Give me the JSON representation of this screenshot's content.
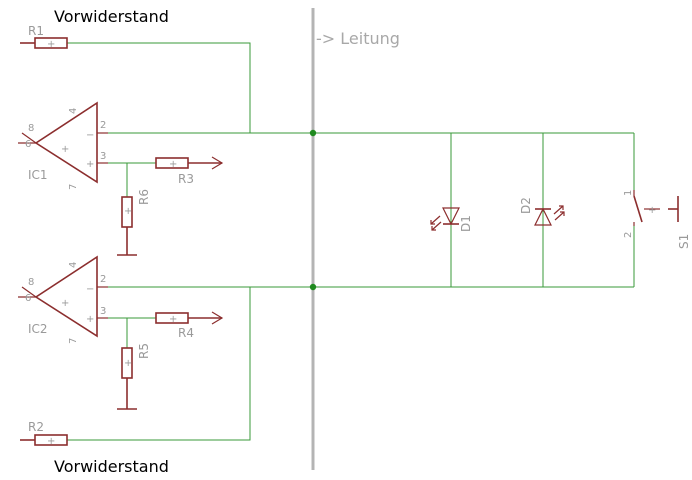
{
  "labels": {
    "title_top": "Vorwiderstand",
    "title_bottom": "Vorwiderstand",
    "leitung": "-> Leitung"
  },
  "parts": {
    "r1": "R1",
    "r2": "R2",
    "r3": "R3",
    "r4": "R4",
    "r5": "R5",
    "r6": "R6",
    "ic1": "IC1",
    "ic2": "IC2",
    "d1": "D1",
    "d2": "D2",
    "s1": "S1"
  },
  "pins": {
    "p1": "1",
    "p2": "2",
    "p3": "3",
    "p4": "4",
    "p6": "6",
    "p7": "7",
    "p8": "8"
  },
  "colors": {
    "wire": "#3a9a3a",
    "component": "#8c2e2e",
    "junction": "#1f8a1f",
    "label": "#9a9a9a",
    "separator": "#b4b4b4"
  }
}
